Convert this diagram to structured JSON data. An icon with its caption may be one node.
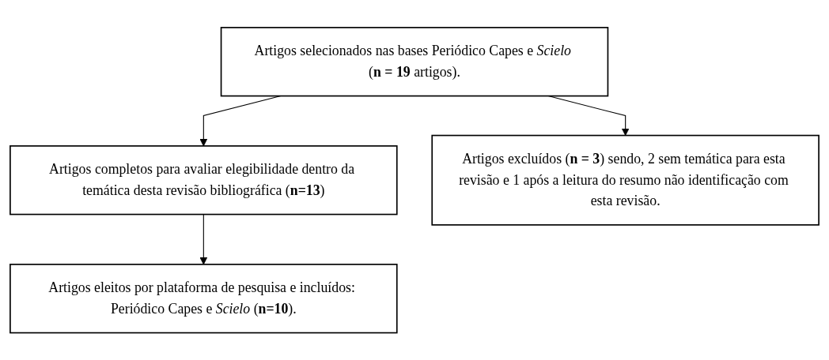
{
  "diagram": {
    "nodes": [
      {
        "text": [
          "Artigos selecionados nas bases Periódico Capes e *Scielo* (**n = 19** artigos)."
        ]
      },
      {
        "text": [
          "Artigos completos para avaliar elegibilidade dentro da temática desta revisão bibliográfica (**n=13**)"
        ]
      },
      {
        "text": [
          "Artigos excluídos (**n = 3**) sendo, 2 sem temática para esta revisão e 1 após a leitura do resumo não identificação com esta revisão."
        ]
      },
      {
        "text": [
          "Artigos eleitos por plataforma de pesquisa e incluídos: Periódico Capes e *Scielo* (**n=10**)."
        ]
      }
    ],
    "edges": [
      {
        "from": 0,
        "to": 1,
        "arrow": "to"
      },
      {
        "from": 0,
        "to": 2,
        "arrow": "to"
      },
      {
        "from": 1,
        "to": 3,
        "arrow": "to"
      }
    ]
  }
}
